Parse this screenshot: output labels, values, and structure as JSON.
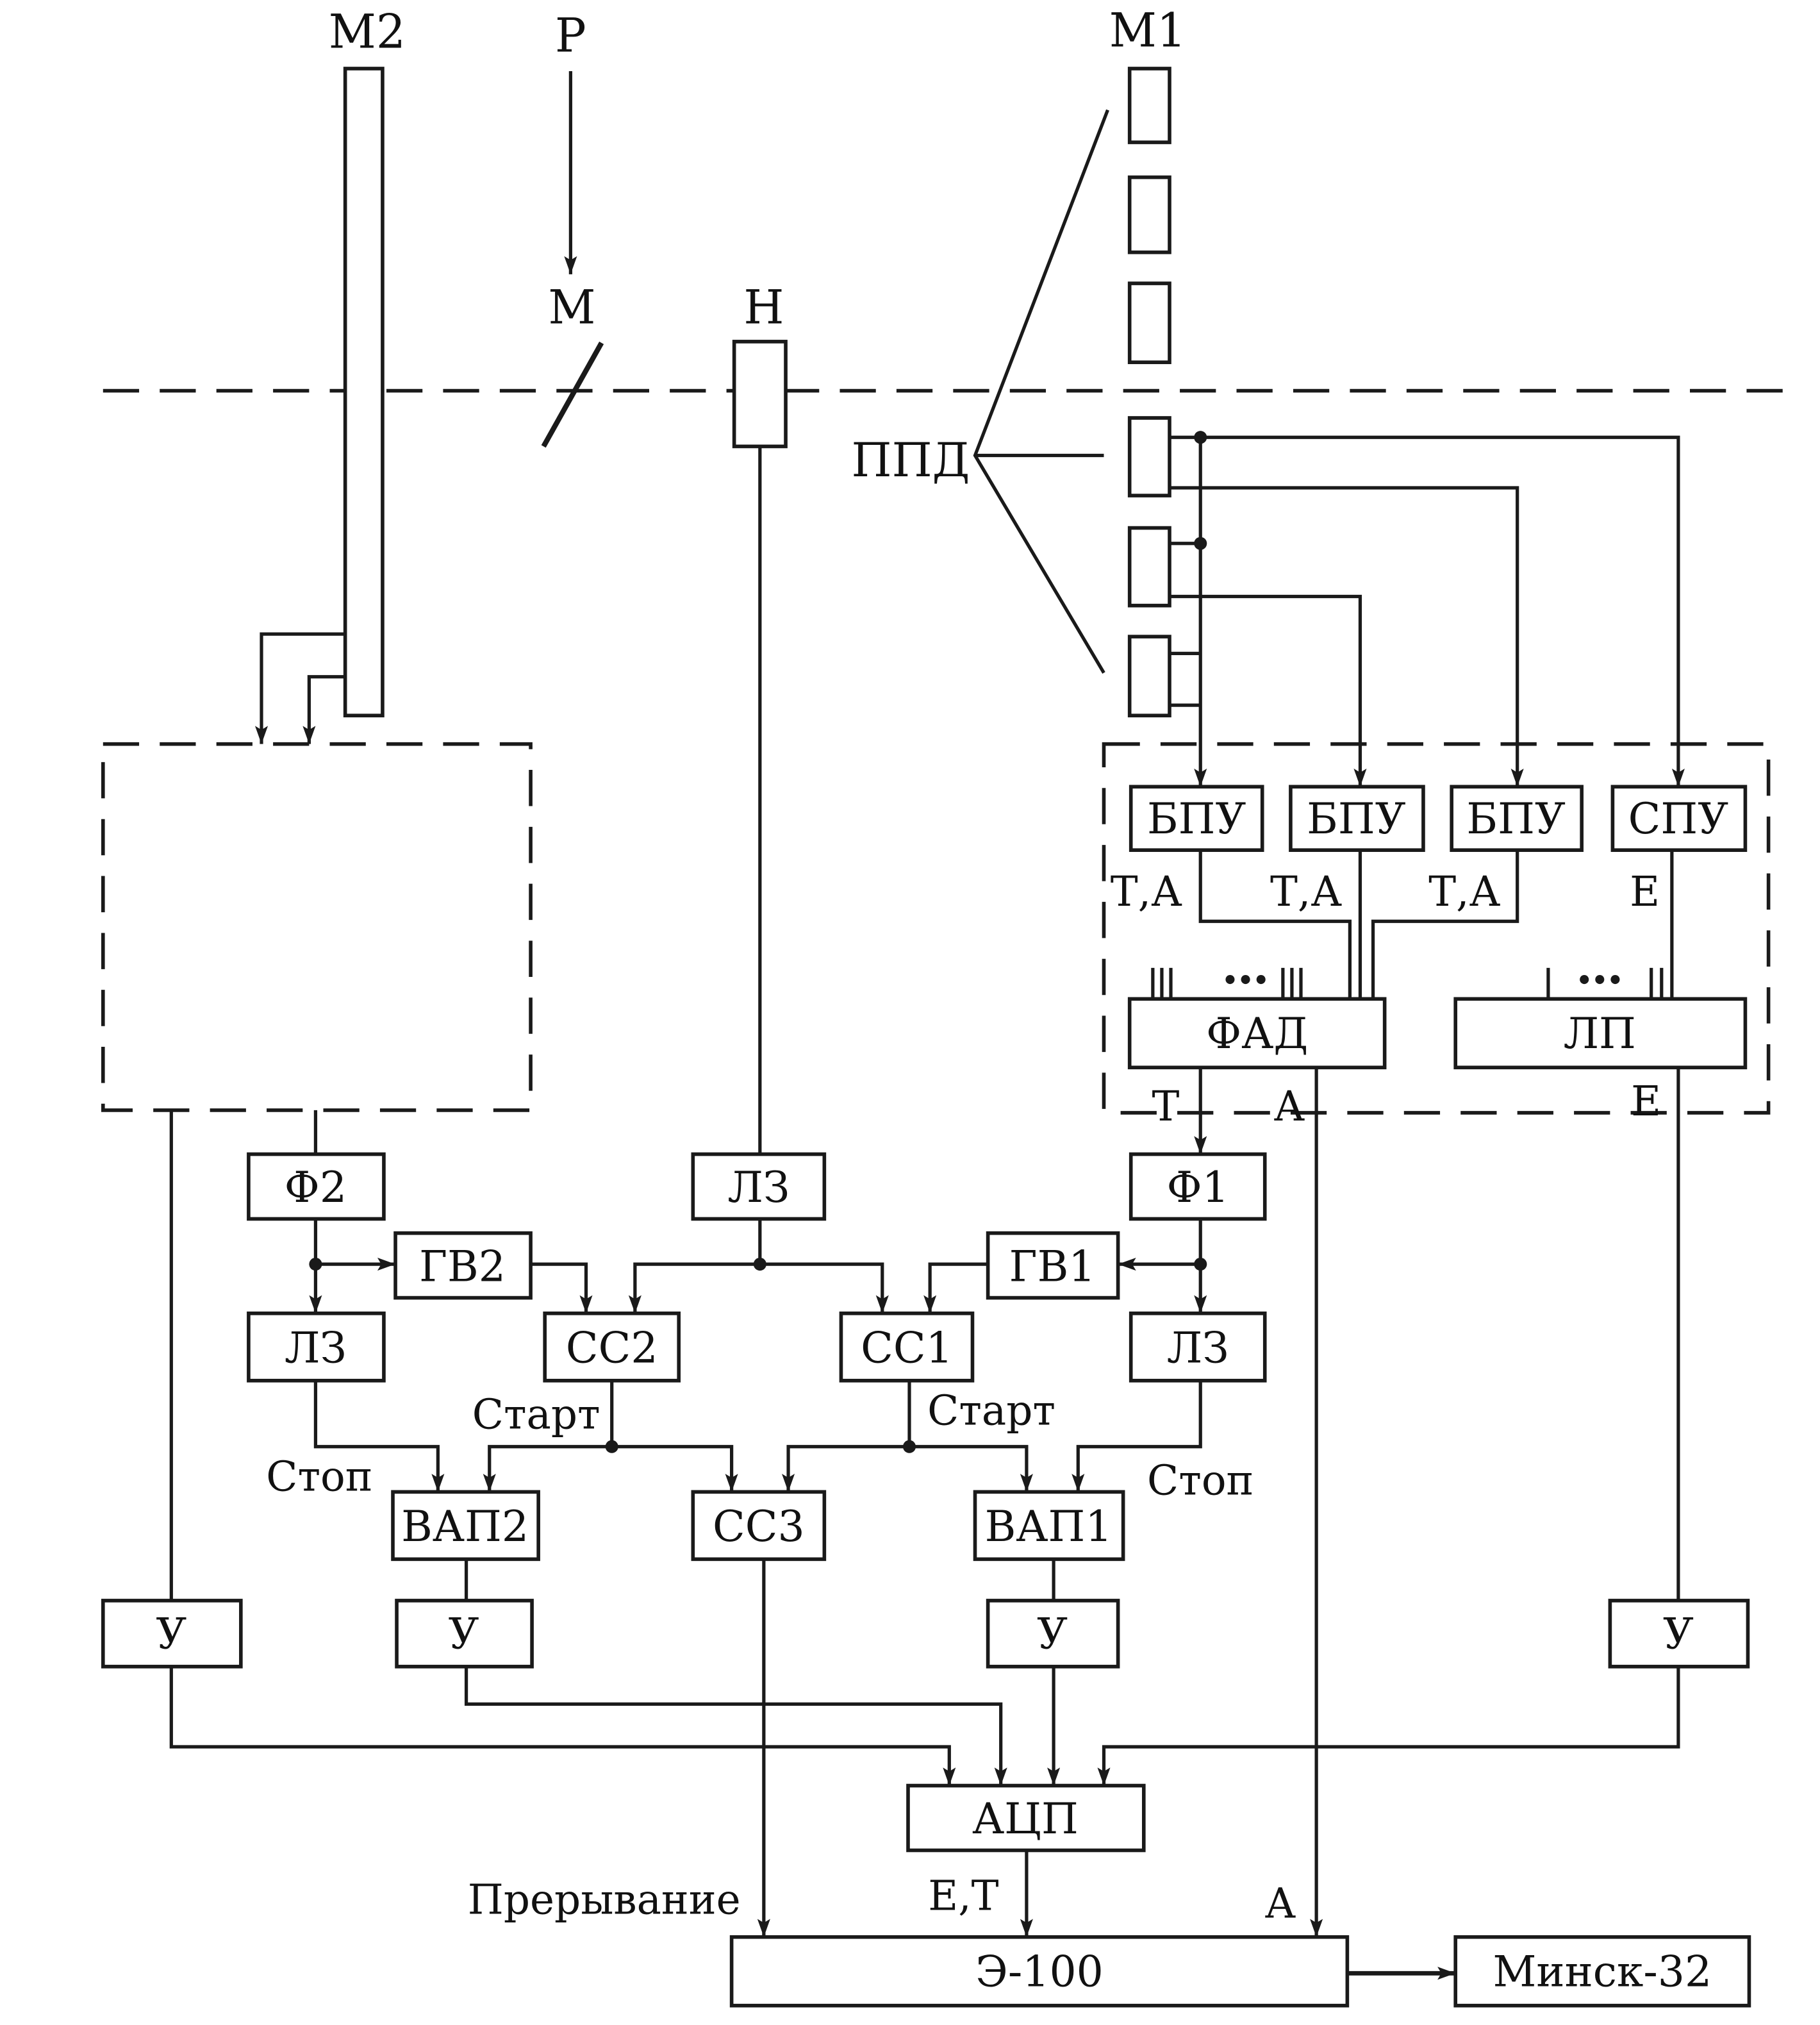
{
  "diagram": {
    "top_labels": {
      "m2": "М2",
      "beam": "Р",
      "m1": "М1",
      "moderator": "М",
      "h": "Н",
      "ppd": "ППД"
    },
    "blocks": {
      "bpu_1": "БПУ",
      "bpu_2": "БПУ",
      "bpu_3": "БПУ",
      "spu": "СПУ",
      "fad": "ФАД",
      "lp": "ЛП",
      "f2": "Ф2",
      "lz_center": "ЛЗ",
      "f1": "Ф1",
      "gv2": "ГВ2",
      "gv1": "ГВ1",
      "lz_left": "ЛЗ",
      "ss2": "СС2",
      "ss1": "СС1",
      "lz_right": "ЛЗ",
      "vap2": "ВАП2",
      "ss3": "СС3",
      "vap1": "ВАП1",
      "u_1": "У",
      "u_2": "У",
      "u_3": "У",
      "u_4": "У",
      "acp": "АЦП",
      "e100": "Э-100",
      "minsk": "Минск-32"
    },
    "signals": {
      "ta_1": "Т,А",
      "ta_2": "Т,А",
      "ta_3": "Т,А",
      "e_spu": "Е",
      "t_fad": "Т",
      "a_fad": "А",
      "e_lp": "Е",
      "start_ss2": "Старт",
      "start_ss1": "Старт",
      "stop_left": "Стоп",
      "stop_right": "Стоп",
      "interrupt": "Прерывание",
      "et_acp": "Е,Т",
      "a_e100": "А"
    },
    "colors": {
      "line": "#1a1a1a",
      "background": "#ffffff"
    }
  }
}
